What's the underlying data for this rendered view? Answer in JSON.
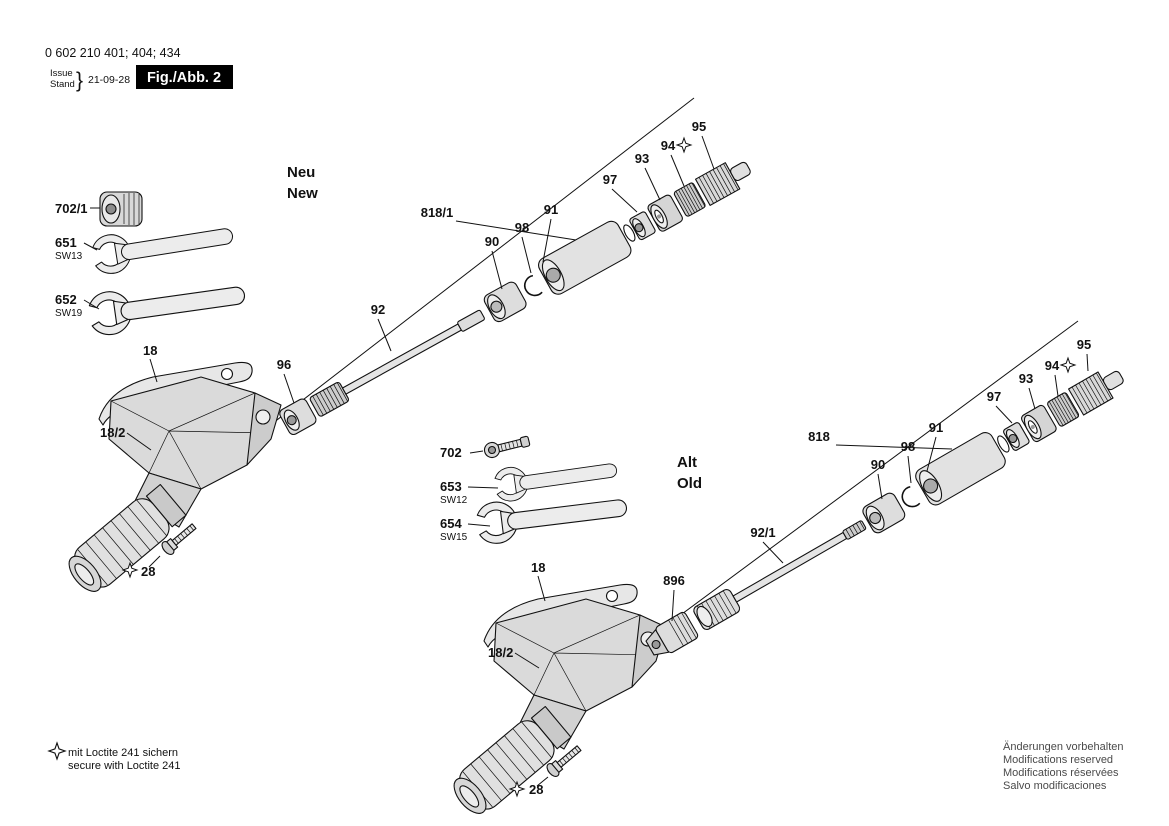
{
  "header": {
    "part_codes": "0 602 210 401; 404; 434",
    "issue_label": "Issue",
    "stand_label": "Stand",
    "brace": "}",
    "date": "21-09-28",
    "figure_label": "Fig./Abb. 2"
  },
  "diagram": {
    "new_assembly": {
      "title_de": "Neu",
      "title_en": "New",
      "labels": {
        "collet_nut": "702/1",
        "wrench_small": "651",
        "wrench_small_size": "SW13",
        "wrench_large": "652",
        "wrench_large_size": "SW19",
        "housing": "18",
        "grip": "18/2",
        "screw": "28",
        "collet": "96",
        "spindle": "92",
        "bearing_sleeve": "90",
        "retaining_ring": "98",
        "sleeve": "91",
        "spindle_unit": "818/1",
        "washer": "97",
        "ball_bearing": "93",
        "locknut": "94",
        "pinion_gear": "95"
      }
    },
    "old_assembly": {
      "title_de": "Alt",
      "title_en": "Old",
      "labels": {
        "collet_screw": "702",
        "wrench_small": "653",
        "wrench_small_size": "SW12",
        "wrench_large": "654",
        "wrench_large_size": "SW15",
        "housing": "18",
        "grip": "18/2",
        "screw": "28",
        "chuck": "896",
        "spindle": "92/1",
        "bearing_sleeve": "90",
        "retaining_ring": "98",
        "sleeve": "91",
        "spindle_unit": "818",
        "washer": "97",
        "ball_bearing": "93",
        "locknut": "94",
        "pinion_gear": "95"
      }
    }
  },
  "footnotes": {
    "loctite_de": "mit Loctite 241 sichern",
    "loctite_en": "secure with Loctite 241",
    "modifications": {
      "de": "Änderungen vorbehalten",
      "en": "Modifications reserved",
      "fr": "Modifications réservées",
      "es": "Salvo modificaciones"
    }
  }
}
